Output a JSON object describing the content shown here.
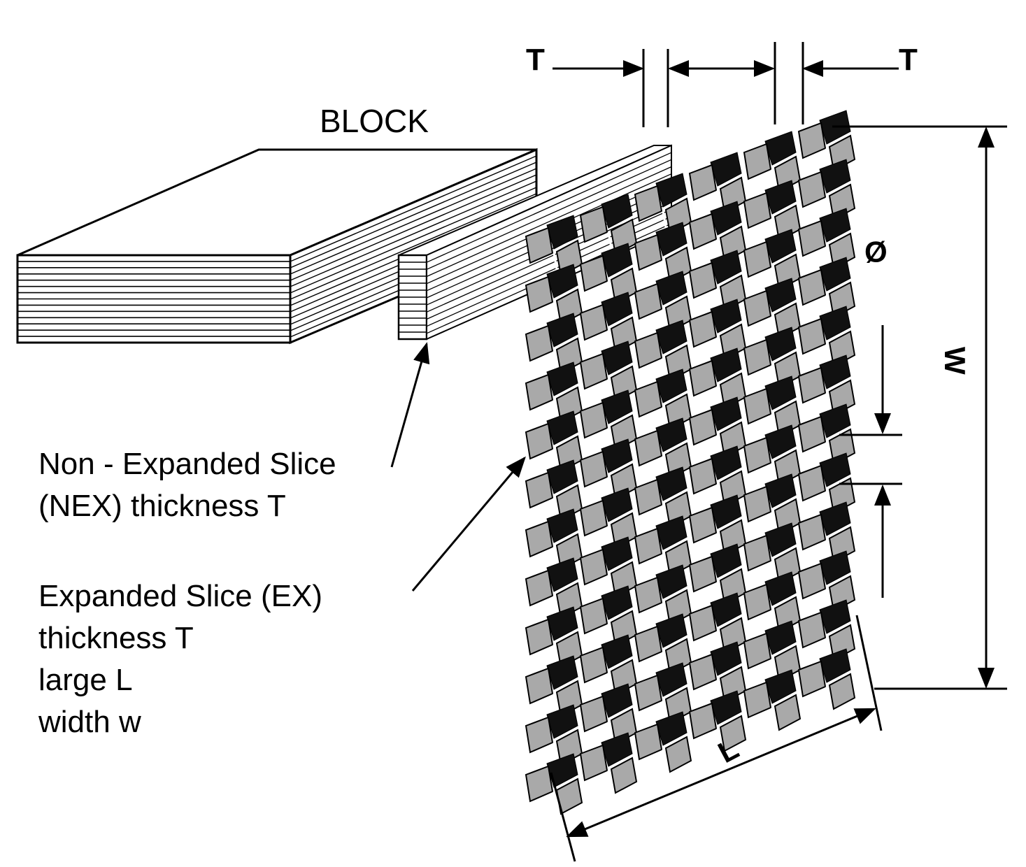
{
  "labels": {
    "block": "BLOCK",
    "nex_line1": "Non - Expanded Slice",
    "nex_line2": "(NEX) thickness T",
    "ex_line1": "Expanded Slice (EX)",
    "ex_line2": "thickness T",
    "ex_line3": "large L",
    "ex_line4": "width w",
    "dim_T_left": "T",
    "dim_T_right": "T",
    "dim_cell": "Ø",
    "dim_width": "W",
    "dim_length": "L"
  },
  "colors": {
    "cell_face": "#a9a9a9",
    "cell_shadow": "#111111",
    "line": "#000000"
  },
  "honeycomb": {
    "rows": 12,
    "columns": 6
  }
}
